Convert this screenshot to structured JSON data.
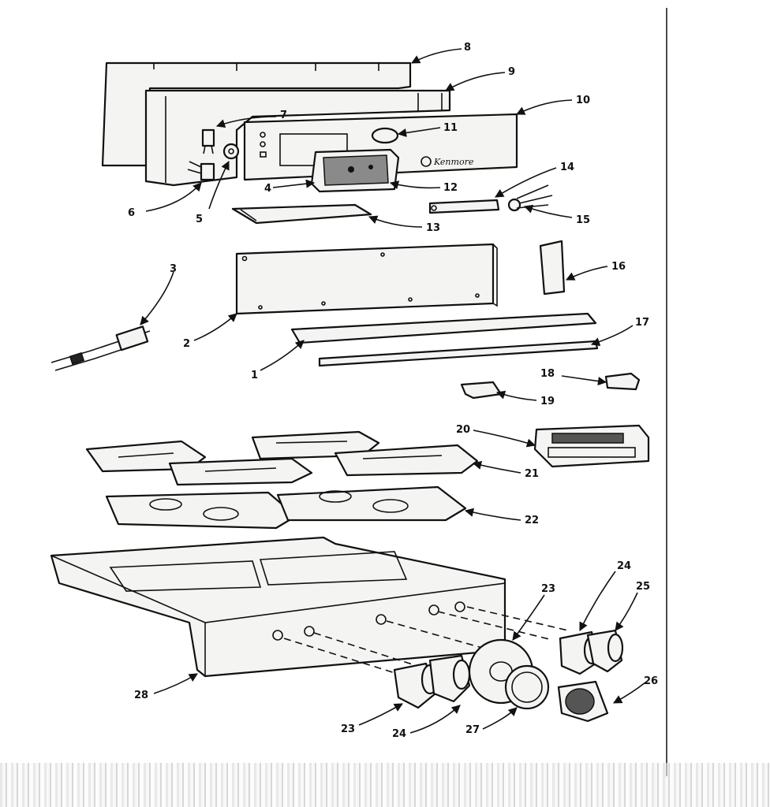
{
  "diagram": {
    "brand_text": "Kenmore",
    "callouts": [
      "1",
      "2",
      "3",
      "4",
      "5",
      "6",
      "7",
      "8",
      "9",
      "10",
      "11",
      "12",
      "13",
      "14",
      "15",
      "16",
      "17",
      "18",
      "19",
      "20",
      "21",
      "22",
      "23",
      "24",
      "25",
      "26",
      "27",
      "28"
    ],
    "callout_23b": "23",
    "callout_24b": "24",
    "callout_28": "28"
  }
}
